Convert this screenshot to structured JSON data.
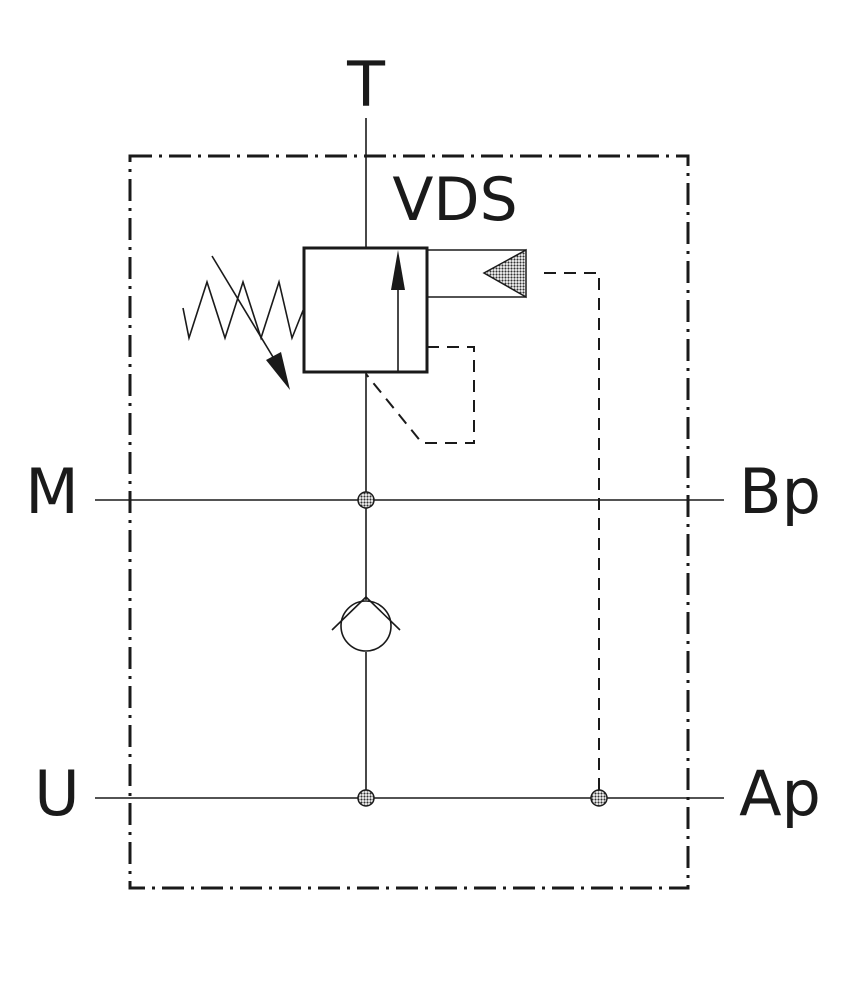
{
  "ports": {
    "tank": "T",
    "motor": "M",
    "brake_port": "Bp",
    "supply": "U",
    "port_ap": "Ap"
  },
  "valve": {
    "label": "VDS"
  },
  "colors": {
    "line": "#1a1a1a",
    "background": "#ffffff",
    "pilot_fill": "#555555"
  },
  "icons": {
    "relief_valve": "pressure-relief-valve-icon",
    "spring": "adjustable-spring-icon",
    "check_valve": "check-valve-icon",
    "pilot": "pilot-triangle-icon",
    "junction": "junction-dot-icon"
  }
}
